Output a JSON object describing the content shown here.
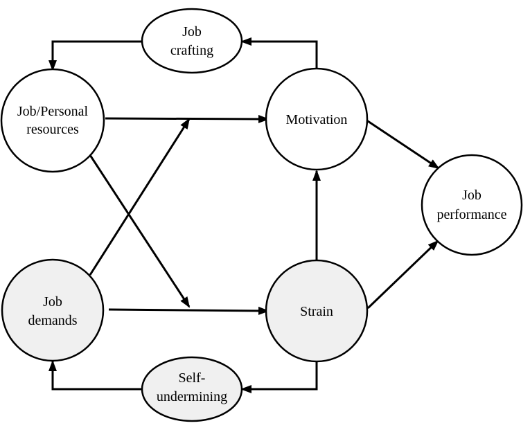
{
  "diagram": {
    "fills": {
      "white": "#ffffff",
      "shaded": "#f0f0f0"
    },
    "nodes": {
      "job_crafting": {
        "line1": "Job",
        "line2": "crafting",
        "shaded": false
      },
      "resources": {
        "line1": "Job/Personal",
        "line2": "resources",
        "shaded": false
      },
      "motivation": {
        "line1": "Motivation",
        "shaded": false
      },
      "performance": {
        "line1": "Job",
        "line2": "performance",
        "shaded": false
      },
      "demands": {
        "line1": "Job",
        "line2": "demands",
        "shaded": true
      },
      "strain": {
        "line1": "Strain",
        "shaded": true
      },
      "self_undermining": {
        "line1": "Self-",
        "line2": "undermining",
        "shaded": true
      }
    },
    "edges": [
      {
        "from": "Job/Personal resources",
        "to": "Motivation"
      },
      {
        "from": "Job/Personal resources",
        "to": "Strain"
      },
      {
        "from": "Job demands",
        "to": "Motivation"
      },
      {
        "from": "Job demands",
        "to": "Strain"
      },
      {
        "from": "Strain",
        "to": "Motivation"
      },
      {
        "from": "Motivation",
        "to": "Job performance"
      },
      {
        "from": "Strain",
        "to": "Job performance"
      },
      {
        "from": "Motivation",
        "to": "Job crafting"
      },
      {
        "from": "Job crafting",
        "to": "Job/Personal resources"
      },
      {
        "from": "Strain",
        "to": "Self-undermining"
      },
      {
        "from": "Self-undermining",
        "to": "Job demands"
      }
    ]
  }
}
